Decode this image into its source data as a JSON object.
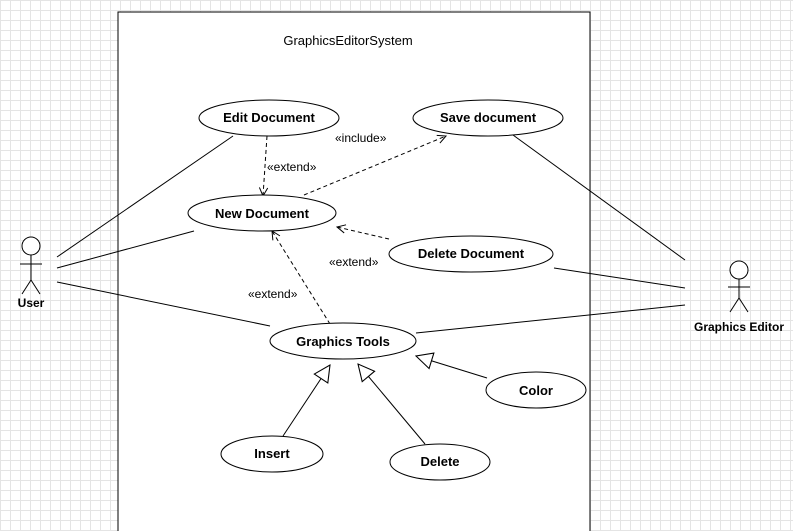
{
  "system": {
    "title": "GraphicsEditorSystem"
  },
  "actors": {
    "user": "User",
    "graphics_editor": "Graphics Editor"
  },
  "use_cases": {
    "edit_document": "Edit Document",
    "save_document": "Save document",
    "new_document": "New Document",
    "delete_document": "Delete Document",
    "graphics_tools": "Graphics Tools",
    "color": "Color",
    "insert": "Insert",
    "delete": "Delete"
  },
  "relations": {
    "include_new_save": "«include»",
    "extend_edit_new": "«extend»",
    "extend_delete_new": "«extend»",
    "extend_tools_new": "«extend»"
  }
}
